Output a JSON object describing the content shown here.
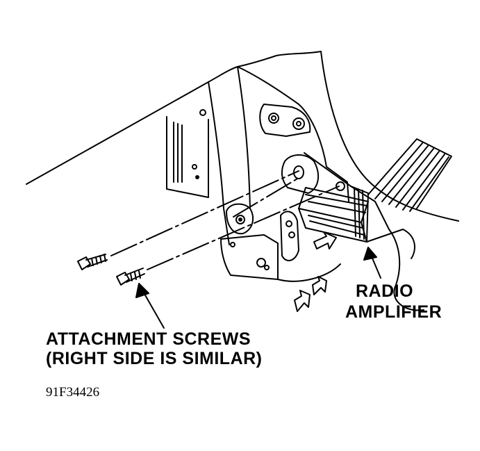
{
  "labels": {
    "radio": "RADIO",
    "amplifier": "AMPLIFIER",
    "screws": "ATTACHMENT SCREWS",
    "similar": "(RIGHT SIDE IS SIMILAR)",
    "figure_code": "91F34426"
  },
  "colors": {
    "ink": "#000000",
    "paper": "#ffffff"
  }
}
